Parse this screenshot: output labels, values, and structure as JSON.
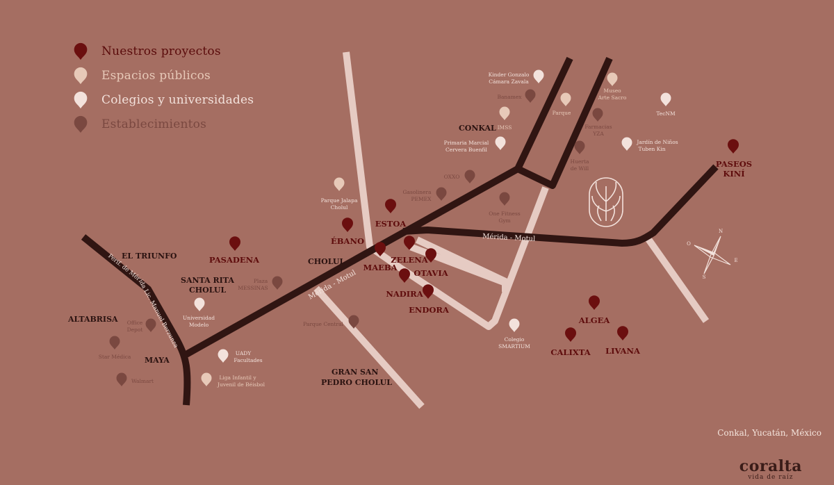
{
  "colors": {
    "background": "#a56e62",
    "road_main": "#301512",
    "road_secondary": "#e6cbc3",
    "marker_proyectos": "#6b0f0f",
    "marker_espacios": "#e7c9b8",
    "marker_colegios": "#f3e2dc",
    "marker_establecimientos": "#7a4840"
  },
  "legend": [
    {
      "category": "proyectos",
      "label": "Nuestros proyectos",
      "color": "#6b0f0f",
      "icon": "map-pin-icon"
    },
    {
      "category": "espacios",
      "label": "Espacios públicos",
      "color": "#e7c9b8",
      "icon": "map-pin-icon"
    },
    {
      "category": "colegios",
      "label": "Colegios y universidades",
      "color": "#f3e2dc",
      "icon": "map-pin-icon"
    },
    {
      "category": "establecimientos",
      "label": "Establecimientos",
      "color": "#8a5a50",
      "icon": "map-pin-icon"
    }
  ],
  "roads": {
    "merida_motul_1": "Mérida - Motul",
    "merida_motul_2": "Mérida - Motul",
    "periferico": "Perif. de Mérida Lic. Manuel Berzunza"
  },
  "towns": [
    {
      "name": "CONKAL"
    },
    {
      "name": "EL TRIUNFO"
    },
    {
      "name": "SANTA RITA"
    },
    {
      "name": "CHOLUL"
    },
    {
      "name": "CHOLUL"
    },
    {
      "name": "ALTABRISA"
    },
    {
      "name": "MAYA"
    },
    {
      "name": "GRAN SAN"
    },
    {
      "name": "PEDRO CHOLUL"
    }
  ],
  "projects": [
    {
      "name": "PASADENA"
    },
    {
      "name": "ÉBANO"
    },
    {
      "name": "ESTOA"
    },
    {
      "name": "MAEBA"
    },
    {
      "name": "ZELENA"
    },
    {
      "name": "OTAVIA"
    },
    {
      "name": "NADIRA"
    },
    {
      "name": "ENDORA"
    },
    {
      "name": "ALGEA"
    },
    {
      "name": "CALIXTA"
    },
    {
      "name": "LIVANA"
    },
    {
      "name": "PASEOS"
    },
    {
      "name": "KINÍ"
    }
  ],
  "pois": [
    {
      "category": "colegios",
      "lines": [
        "Kinder Gonzalo",
        "Cámara Zavala"
      ]
    },
    {
      "category": "establecimientos",
      "lines": [
        "Banamex"
      ]
    },
    {
      "category": "espacios",
      "lines": [
        "Museo",
        "Arte Sacro"
      ]
    },
    {
      "category": "espacios",
      "lines": [
        "Parque"
      ]
    },
    {
      "category": "colegios",
      "lines": [
        "TecNM"
      ]
    },
    {
      "category": "espacios",
      "lines": [
        "IMSS"
      ]
    },
    {
      "category": "establecimientos",
      "lines": [
        "Farmacias",
        "YZA"
      ]
    },
    {
      "category": "colegios",
      "lines": [
        "Primaria Marcial",
        "Cervera Buenfil"
      ]
    },
    {
      "category": "establecimientos",
      "lines": [
        "Huerta",
        "de Will"
      ]
    },
    {
      "category": "colegios",
      "lines": [
        "Jardín de Niños",
        "Tuben Kin"
      ]
    },
    {
      "category": "establecimientos",
      "lines": [
        "OXXO"
      ]
    },
    {
      "category": "establecimientos",
      "lines": [
        "Gasolinera",
        "PEMEX"
      ]
    },
    {
      "category": "espacios",
      "lines": [
        "Parque Jalapa",
        "Cholul"
      ]
    },
    {
      "category": "establecimientos",
      "lines": [
        "One Fitness",
        "Gym"
      ]
    },
    {
      "category": "establecimientos",
      "lines": [
        "Plaza",
        "MESSINAS"
      ]
    },
    {
      "category": "colegios",
      "lines": [
        "Universidad",
        "Modelo"
      ]
    },
    {
      "category": "establecimientos",
      "lines": [
        "Office",
        "Depot"
      ]
    },
    {
      "category": "establecimientos",
      "lines": [
        "Parque Central"
      ]
    },
    {
      "category": "establecimientos",
      "lines": [
        "Star Médica"
      ]
    },
    {
      "category": "colegios",
      "lines": [
        "UADY",
        "Facultades"
      ]
    },
    {
      "category": "establecimientos",
      "lines": [
        "Walmart"
      ]
    },
    {
      "category": "espacios",
      "lines": [
        "Liga Infantil y",
        "Juvenil de Béisbol"
      ]
    },
    {
      "category": "colegios",
      "lines": [
        "Colegio",
        "SMARTIUM"
      ]
    }
  ],
  "compass": {
    "n": "N",
    "e": "E",
    "s": "S",
    "o": "O"
  },
  "footer": {
    "location": "Conkal, Yucatán, México",
    "brand_name": "coralta",
    "brand_tagline": "vida de raíz"
  }
}
